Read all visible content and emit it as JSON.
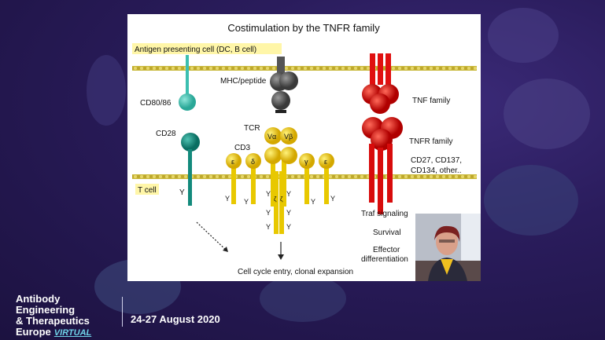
{
  "slide": {
    "title": "Costimulation by the TNFR family",
    "apc_label": "Antigen presenting cell (DC, B cell)",
    "tcell_label": "T cell",
    "cd80_label": "CD80/86",
    "cd28_label": "CD28",
    "mhc_label": "MHC/peptide",
    "tcr_label": "TCR",
    "cd3_label": "CD3",
    "tnf_label": "TNF family",
    "tnfr_label": "TNFR family",
    "tnfr_members_line1": "CD27, CD137,",
    "tnfr_members_line2": "CD134, other..",
    "v_alpha": "Vα",
    "v_beta": "Vβ",
    "epsilon": "ε",
    "delta": "δ",
    "gamma": "γ",
    "zeta": "ζ",
    "tyr": "Y",
    "outcome": "Cell cycle entry, clonal expansion",
    "traf_signaling": "Traf signaling",
    "survival": "Survival",
    "effector_line1": "Effector",
    "effector_line2": "differentiation"
  },
  "branding": {
    "line1": "Antibody Engineering",
    "line2": "& Therapeutics",
    "line3": "Europe",
    "virtual": "VIRTUAL",
    "dates": "24-27 August 2020"
  },
  "colors": {
    "membrane": "#d8c64a",
    "cd80": "#3cbfb0",
    "cd28": "#138a7c",
    "mhc": "#555555",
    "tcr": "#f0d400",
    "tnf": "#e01010"
  }
}
